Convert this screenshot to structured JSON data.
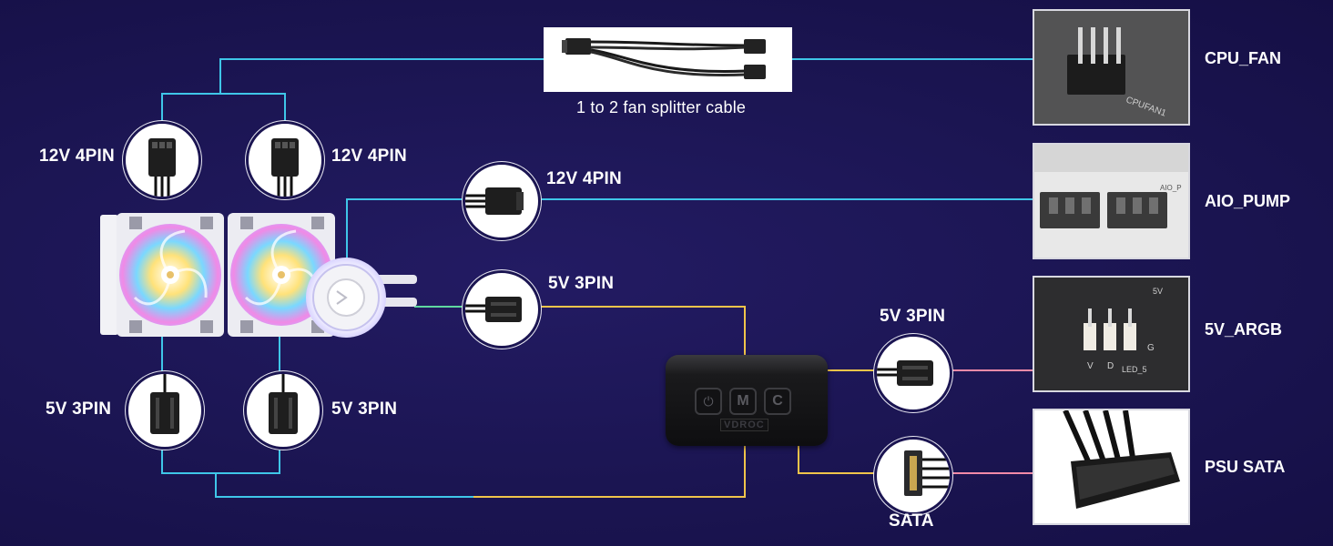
{
  "splitter": {
    "label": "1 to 2  fan splitter cable"
  },
  "left_connectors": {
    "fan1_pwm": "12V 4PIN",
    "fan2_pwm": "12V 4PIN",
    "fan1_argb": "5V 3PIN",
    "fan2_argb": "5V 3PIN"
  },
  "pump_connectors": {
    "pwm": "12V 4PIN",
    "argb": "5V 3PIN"
  },
  "controller": {
    "buttons": [
      "⏻",
      "M",
      "C"
    ],
    "brand": "VDROC",
    "argb_out": "5V 3PIN",
    "sata_in": "SATA"
  },
  "headers": [
    {
      "name": "CPU_FAN"
    },
    {
      "name": "AIO_PUMP"
    },
    {
      "name": "5V_ARGB"
    },
    {
      "name": "PSU SATA"
    }
  ],
  "header_marks": {
    "cpu_fan": "CPUFAN1",
    "aio_pump": "AIO_P",
    "argb_pins": [
      "V",
      "D",
      "G"
    ],
    "argb_name": "LED_5",
    "argb_volt": "5V"
  },
  "colors": {
    "background": "#1b1552",
    "wire_blue": "#3fc6e8",
    "wire_yellow": "#f0c44a",
    "wire_pink": "#f28aa8"
  }
}
